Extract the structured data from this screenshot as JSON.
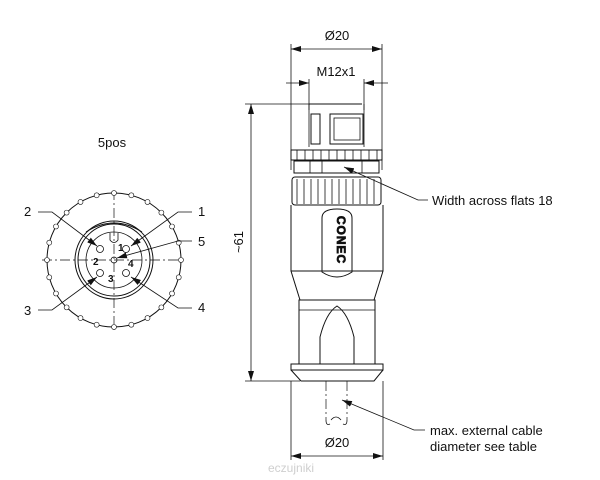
{
  "front_view": {
    "title": "5pos",
    "pin_callouts": [
      "1",
      "2",
      "3",
      "4",
      "5"
    ],
    "pin_numbers_inner": [
      "1",
      "2",
      "3",
      "4"
    ]
  },
  "side_view": {
    "top_diameter": "Ø20",
    "thread": "M12x1",
    "length": "~61",
    "bottom_diameter": "Ø20",
    "logo_text": "CONEC",
    "notes": {
      "flats": "Width across flats 18",
      "cable_line1": "max. external cable",
      "cable_line2": "diameter see table"
    }
  },
  "watermark": "eczujniki"
}
